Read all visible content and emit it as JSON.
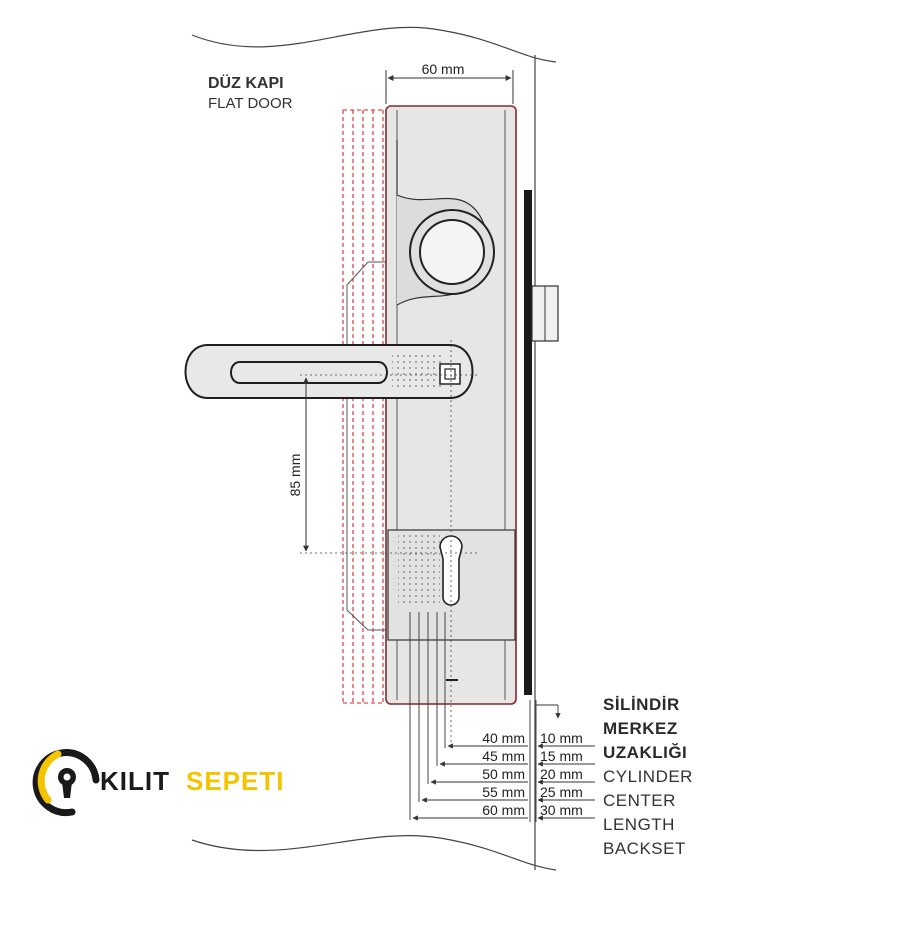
{
  "door_type": {
    "tr": "DÜZ KAPI",
    "en": "FLAT DOOR"
  },
  "width_dim": "60 mm",
  "vertical_dim": "85 mm",
  "backset": {
    "title_tr": [
      "SİLİNDİR",
      "MERKEZ",
      "UZAKLIĞI"
    ],
    "title_en": [
      "CYLINDER",
      "CENTER",
      "LENGTH",
      "BACKSET"
    ],
    "rows": [
      {
        "backset": "40 mm",
        "cyl": "10 mm"
      },
      {
        "backset": "45 mm",
        "cyl": "15 mm"
      },
      {
        "backset": "50 mm",
        "cyl": "20 mm"
      },
      {
        "backset": "55 mm",
        "cyl": "25 mm"
      },
      {
        "backset": "60 mm",
        "cyl": "30 mm"
      }
    ]
  },
  "logo": {
    "part1": "KILIT",
    "part2": "SEPETI",
    "icon": "keyhole-icon"
  },
  "colors": {
    "accent_red": "#d9232d",
    "logo_yellow": "#f5c400",
    "body_gray": "#e3e3e3",
    "outline": "#333333"
  }
}
